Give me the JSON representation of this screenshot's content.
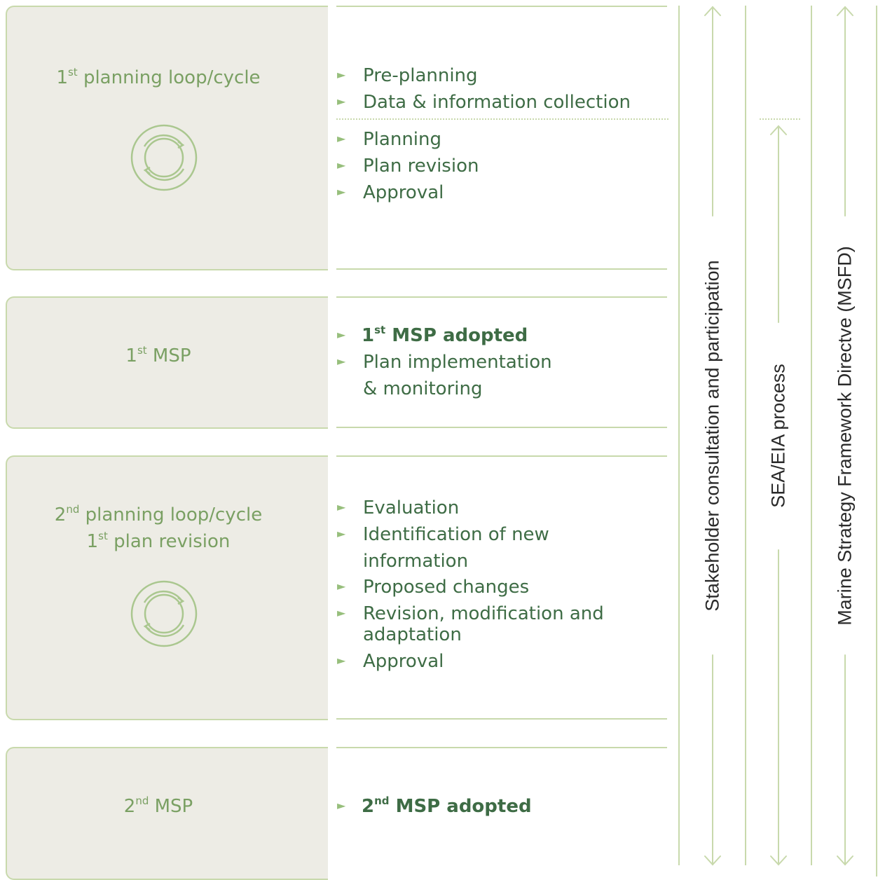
{
  "stages": [
    {
      "title_lines": [
        {
          "main": "1",
          "sup": "st",
          "rest": " planning loop/cycle"
        }
      ],
      "icon": "cycle-icon",
      "items": [
        {
          "text": "Pre-planning"
        },
        {
          "text": "Data & information collection"
        },
        {
          "text": "Planning"
        },
        {
          "text": "Plan revision"
        },
        {
          "text": "Approval"
        }
      ]
    },
    {
      "title_lines": [
        {
          "main": "1",
          "sup": "st",
          "rest": " MSP"
        }
      ],
      "items": [
        {
          "main": "1",
          "sup": "st",
          "rest": " MSP adopted",
          "bold": true
        },
        {
          "text": "Plan implementation"
        },
        {
          "text": "& monitoring",
          "continuation": true
        }
      ]
    },
    {
      "title_lines": [
        {
          "main": "2",
          "sup": "nd",
          "rest": " planning loop/cycle"
        },
        {
          "main": "1",
          "sup": "st",
          "rest": " plan revision"
        }
      ],
      "icon": "cycle-icon",
      "items": [
        {
          "text": "Evaluation"
        },
        {
          "text": "Identification of new"
        },
        {
          "text": "information",
          "continuation": true
        },
        {
          "text": "Proposed changes"
        },
        {
          "text": "Revision, modification and"
        },
        {
          "text": "adaptation",
          "continuation": true
        },
        {
          "text": "Approval"
        }
      ]
    },
    {
      "title_lines": [
        {
          "main": "2",
          "sup": "nd",
          "rest": " MSP"
        }
      ],
      "items": [
        {
          "main": "2",
          "sup": "nd",
          "rest": " MSP adopted",
          "bold": true
        }
      ]
    }
  ],
  "side_processes": [
    {
      "label": "Stakeholder consultation and participation"
    },
    {
      "label": "SEA/EIA process"
    },
    {
      "label": "Marine Strategy Framework Directve (MSFD)"
    }
  ],
  "colors": {
    "box_fill": "#edece5",
    "line_green": "#c8d9ac",
    "title_green": "#7aa063",
    "text_green": "#3e6c45",
    "bullet_green": "#97bf7c"
  }
}
